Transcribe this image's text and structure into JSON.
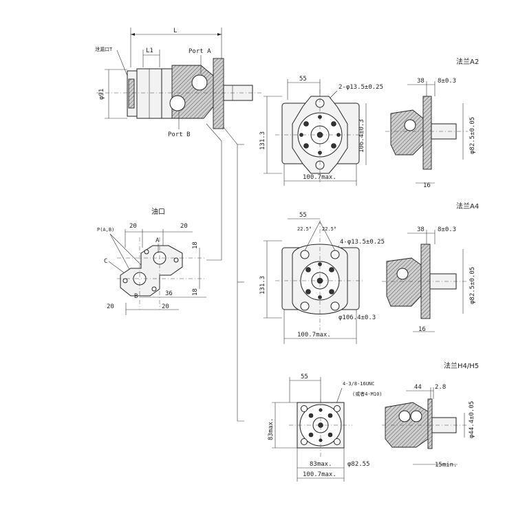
{
  "main_view": {
    "dim_L": "L",
    "dim_L1": "L1",
    "drain_label": "泄漏口T",
    "port_a": "Port A",
    "port_b": "Port B",
    "dia_91": "φ91"
  },
  "port_view": {
    "title": "油口",
    "p_label": "P(A,B)",
    "a_label": "A",
    "b_label": "B",
    "c_label": "C",
    "d20_top_left": "20",
    "d20_top_right": "20",
    "d18_top": "18",
    "d18_bottom": "18",
    "d36": "36",
    "d20_bottom_left": "20",
    "d20_bottom_right": "20"
  },
  "flange_a2": {
    "title": "法兰A2",
    "d55": "55",
    "holes": "2-φ13.5±0.25",
    "d131": "131.3",
    "d106": "106.4±0.3",
    "d100": "100.7max.",
    "d38": "38",
    "d8": "8±0.3",
    "d82": "φ82.5±0.05",
    "d16": "16"
  },
  "flange_a4": {
    "title": "法兰A4",
    "d55": "55",
    "ang_left": "22.5°",
    "ang_right": "22.5°",
    "holes": "4-φ13.5±0.25",
    "d131": "131.3",
    "d106": "φ106.4±0.3",
    "d100": "100.7max.",
    "d38": "38",
    "d8": "8±0.3",
    "d82": "φ82.5±0.05",
    "d16": "16"
  },
  "flange_h4": {
    "title": "法兰H4/H5",
    "d55": "55",
    "thread1": "4-3/8-16UNC",
    "thread2": "(或者4-M10)",
    "d83_left": "83max.",
    "d83_bottom": "83max.",
    "d8255": "φ82.55",
    "d100": "100.7max.",
    "d44": "44",
    "d28": "2.8",
    "d44dia": "φ44.4±0.05",
    "d15": "15min."
  }
}
